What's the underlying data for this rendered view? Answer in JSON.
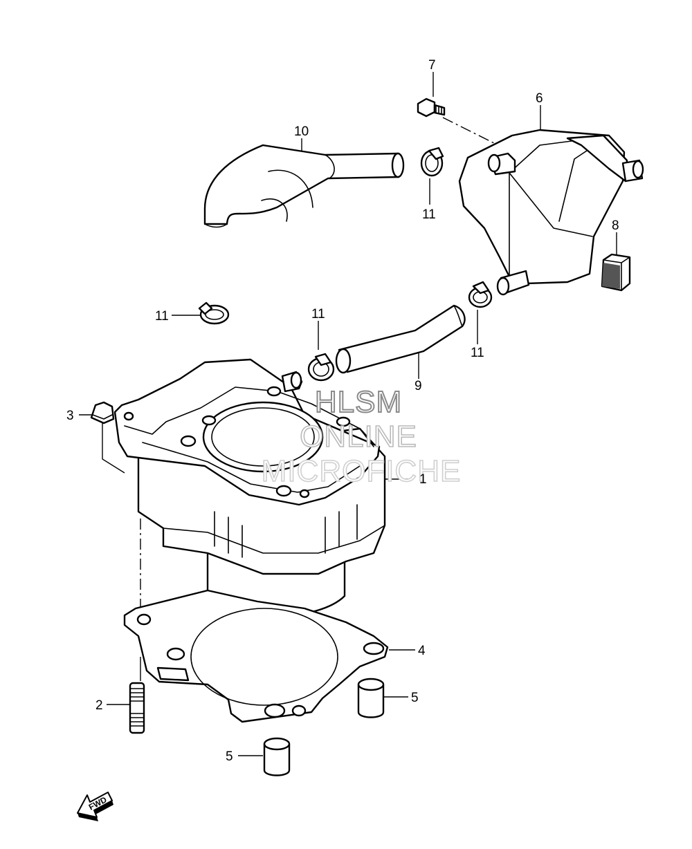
{
  "callouts": {
    "c1": "1",
    "c2": "2",
    "c3": "3",
    "c4": "4",
    "c5a": "5",
    "c5b": "5",
    "c6": "6",
    "c7": "7",
    "c8": "8",
    "c9": "9",
    "c10": "10",
    "c11a": "11",
    "c11b": "11",
    "c11c": "11",
    "c11d": "11"
  },
  "watermark": {
    "line1": "HLSM",
    "line2": "ONLINE",
    "line3": "MICROFICHE"
  },
  "fwd_label": "FWD"
}
